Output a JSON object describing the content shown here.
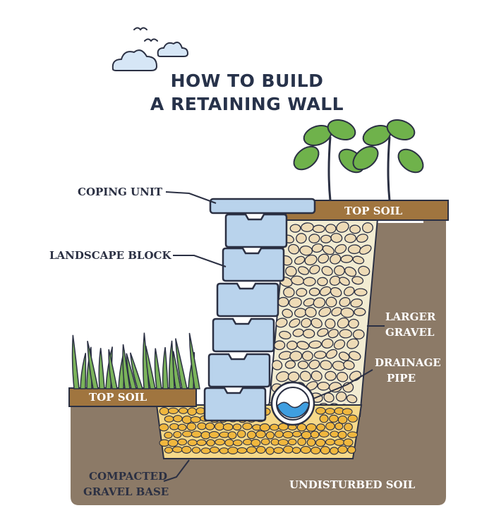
{
  "title": {
    "line1": "HOW TO BUILD",
    "line2": "A RETAINING WALL"
  },
  "labels": {
    "coping_unit": "COPING UNIT",
    "landscape_block": "LANDSCAPE BLOCK",
    "top_soil_right": "TOP SOIL",
    "top_soil_left": "TOP SOIL",
    "larger_gravel_1": "LARGER",
    "larger_gravel_2": "GRAVEL",
    "drainage_pipe_1": "DRAINAGE",
    "drainage_pipe_2": "PIPE",
    "compacted_gravel_1": "COMPACTED",
    "compacted_gravel_2": "GRAVEL BASE",
    "undisturbed_soil": "UNDISTURBED SOIL"
  },
  "colors": {
    "soil": "#8c7a67",
    "top_soil": "#a0753f",
    "gravel_fill": "#f2ecd2",
    "gravel_stone": "#eedbb6",
    "base_fill": "#f6d98a",
    "base_stone": "#f0b73e",
    "block": "#b9d3ec",
    "outline": "#2b3043",
    "leaf": "#6fb24b",
    "grass": "#7ab35a",
    "water": "#3f9ee0",
    "cloud": "#d6e6f6"
  },
  "icons": [
    "cloud-icon",
    "bird-icon",
    "plant-icon",
    "grass-icon",
    "drainage-pipe-icon"
  ]
}
